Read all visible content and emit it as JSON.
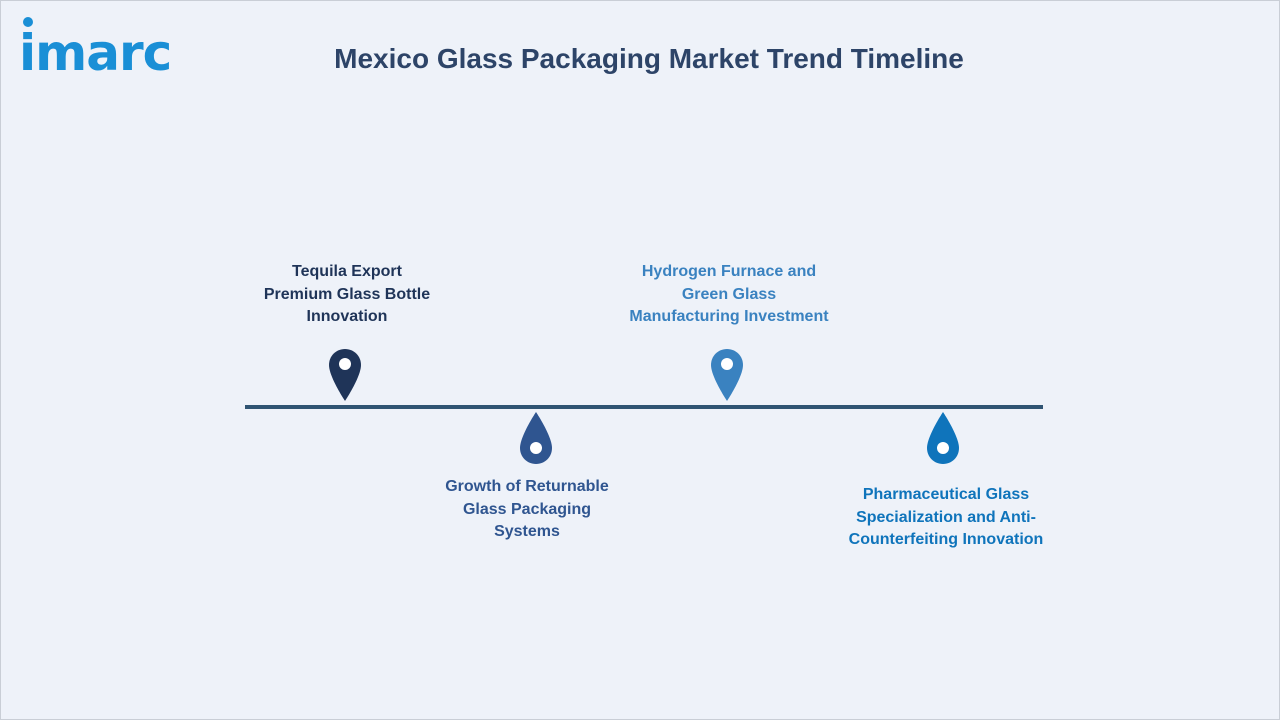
{
  "brand": {
    "logo_text": "imarc",
    "color": "#1a8fd6"
  },
  "title": "Mexico Glass Packaging Market Trend Timeline",
  "timeline": {
    "line_color": "#2f5473",
    "milestones": [
      {
        "label": "Tequila Export\nPremium Glass Bottle\nInnovation",
        "color": "#1f3458",
        "position": "above"
      },
      {
        "label": "Growth of Returnable\nGlass Packaging\nSystems",
        "color": "#2f5590",
        "position": "below"
      },
      {
        "label": "Hydrogen Furnace and\nGreen Glass\nManufacturing Investment",
        "color": "#3a82c0",
        "position": "above"
      },
      {
        "label": "Pharmaceutical Glass\nSpecialization and Anti-\nCounterfeiting Innovation",
        "color": "#0f74bb",
        "position": "below"
      }
    ]
  },
  "icons": {
    "milestone_marker": "map-pin-icon"
  }
}
